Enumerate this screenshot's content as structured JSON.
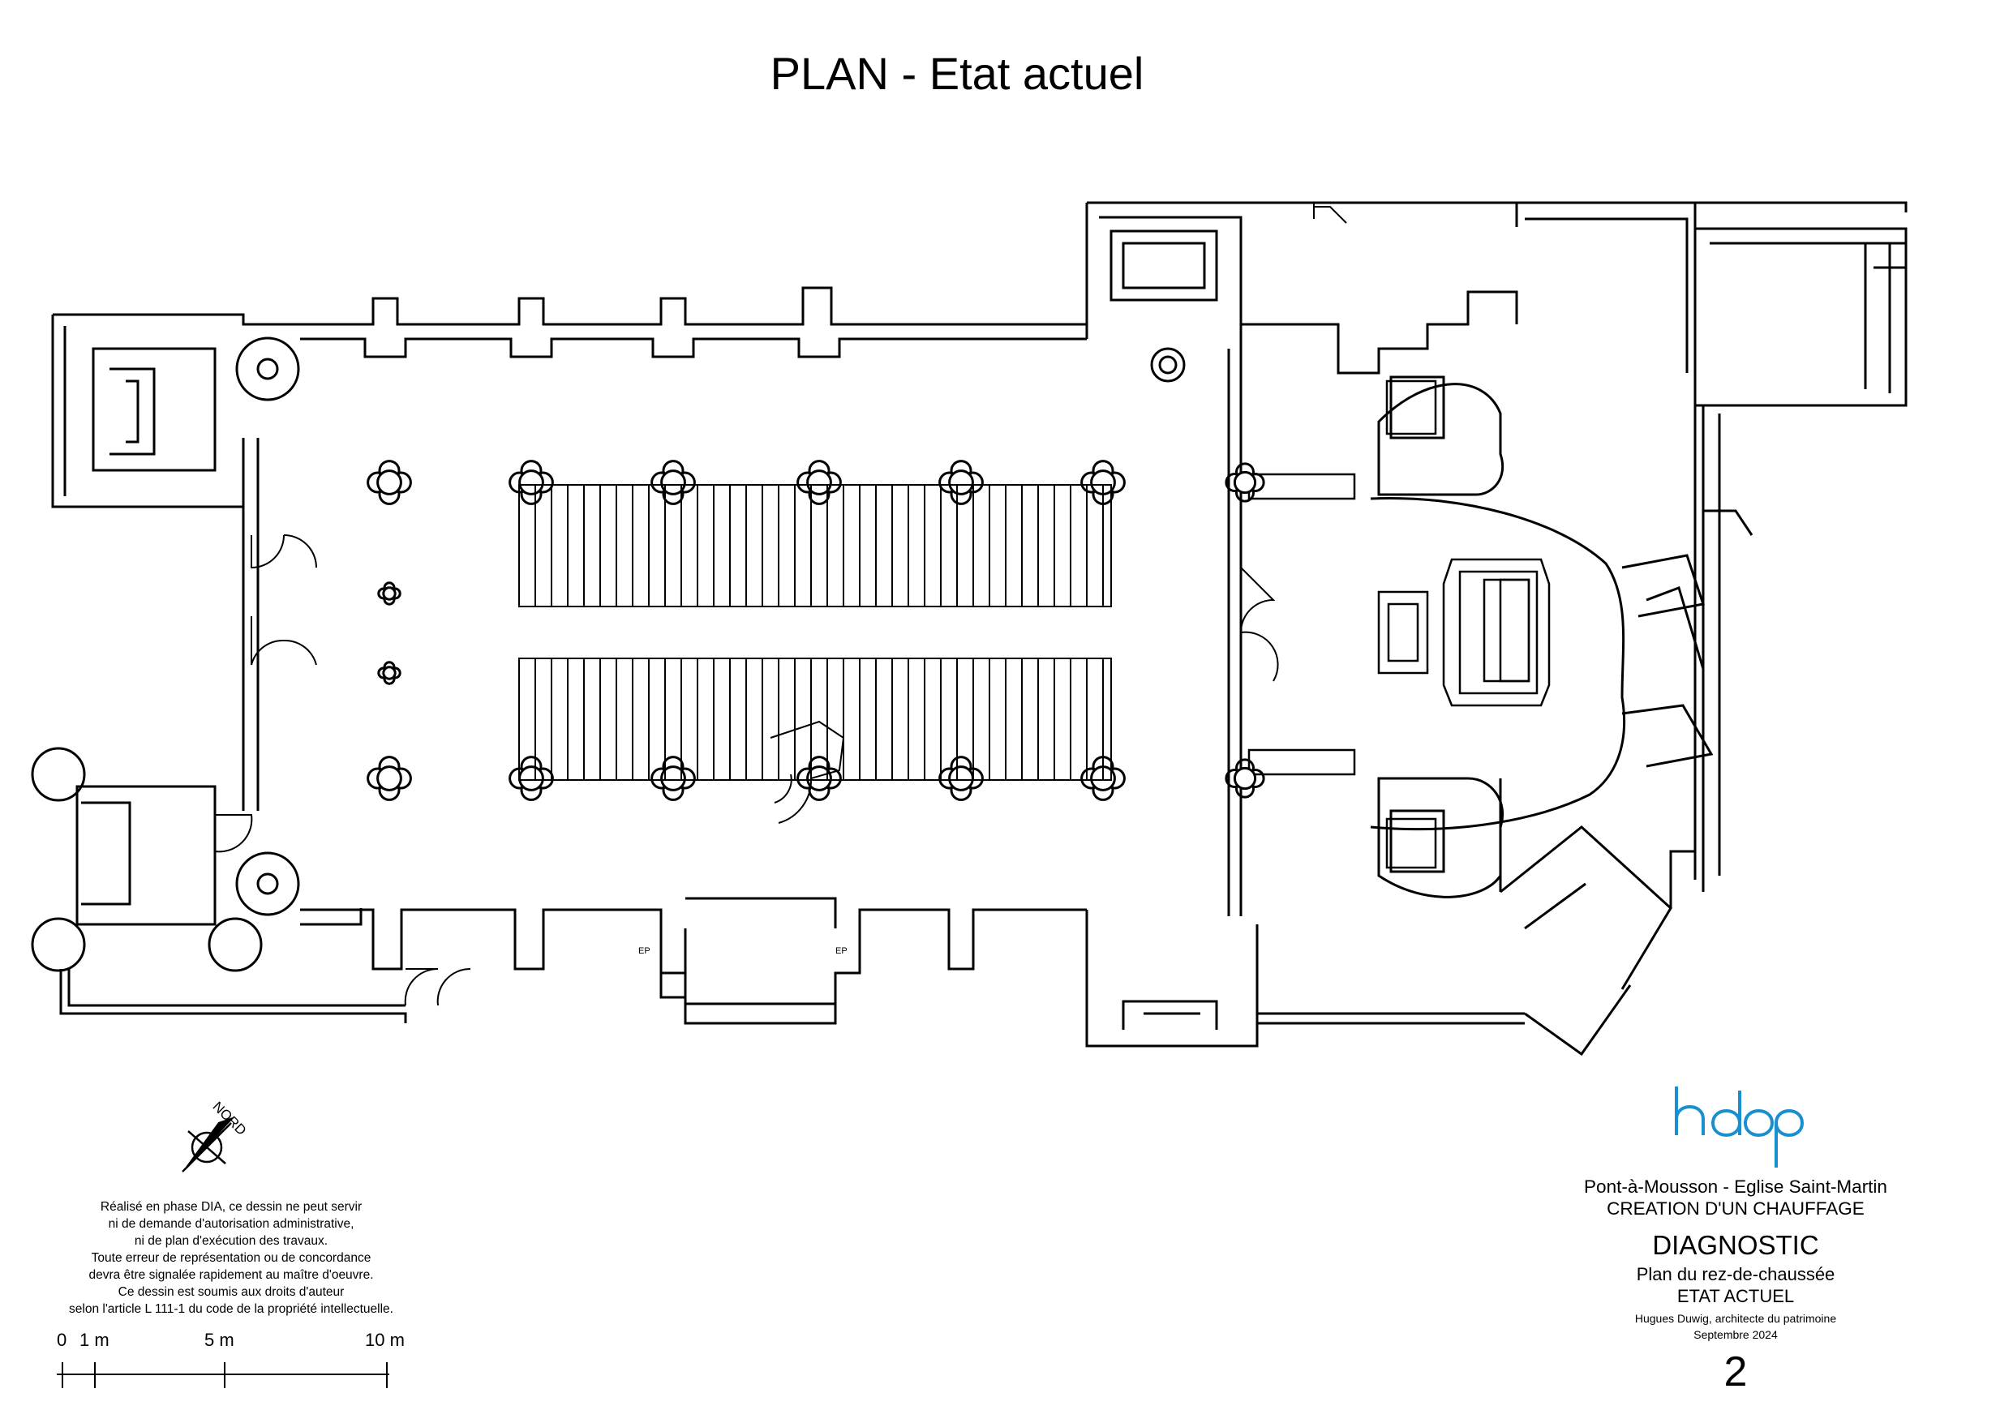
{
  "title": "PLAN - Etat actuel",
  "north_label": "NORD",
  "logo_text": "hdap",
  "disclaimer": [
    "Réalisé en phase DIA, ce dessin ne peut servir",
    "ni de demande d'autorisation administrative,",
    "ni de plan d'exécution des travaux.",
    "Toute erreur de représentation ou de concordance",
    "devra être signalée rapidement au maître d'oeuvre.",
    "Ce dessin est soumis aux droits d'auteur",
    "selon l'article L 111-1 du code de la propriété intellectuelle."
  ],
  "scale_bar": {
    "labels": [
      "0",
      "1 m",
      "5 m",
      "10 m"
    ]
  },
  "plan_labels": {
    "ep_left": "EP",
    "ep_right": "EP"
  },
  "cartouche": {
    "project": "Pont-à-Mousson - Eglise Saint-Martin",
    "subject": "CREATION D'UN CHAUFFAGE",
    "phase": "DIAGNOSTIC",
    "drawing": "Plan du rez-de-chaussée",
    "state": "ETAT ACTUEL",
    "author": "Hugues Duwig, architecte du patrimoine",
    "date": "Septembre 2024",
    "sheet_number": "2"
  },
  "colors": {
    "line": "#000000",
    "logo": "#1a8fd0",
    "background": "#ffffff"
  }
}
